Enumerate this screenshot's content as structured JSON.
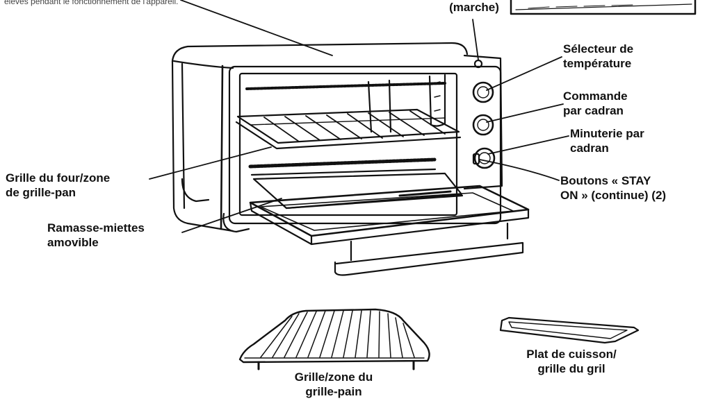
{
  "labels": {
    "warning_cutoff": "élevés pendant le fonctionnement de l'appareil.",
    "power_light": "(marche)",
    "temp_selector": "Sélecteur de\ntempérature",
    "dial_control": "Commande\npar cadran",
    "dial_timer": "Minuterie par\ncadran",
    "stay_on": "Boutons « STAY\nON » (continue) (2)",
    "oven_rack": "Grille du four/zone\nde grille-pan",
    "crumb_tray": "Ramasse-miettes\namovible",
    "toaster_rack": "Grille/zone du\ngrille-pain",
    "baking_pan": "Plat de cuisson/\ngrille du gril"
  },
  "colors": {
    "ink": "#111111",
    "shade": "#dddddd",
    "bg": "#ffffff"
  }
}
